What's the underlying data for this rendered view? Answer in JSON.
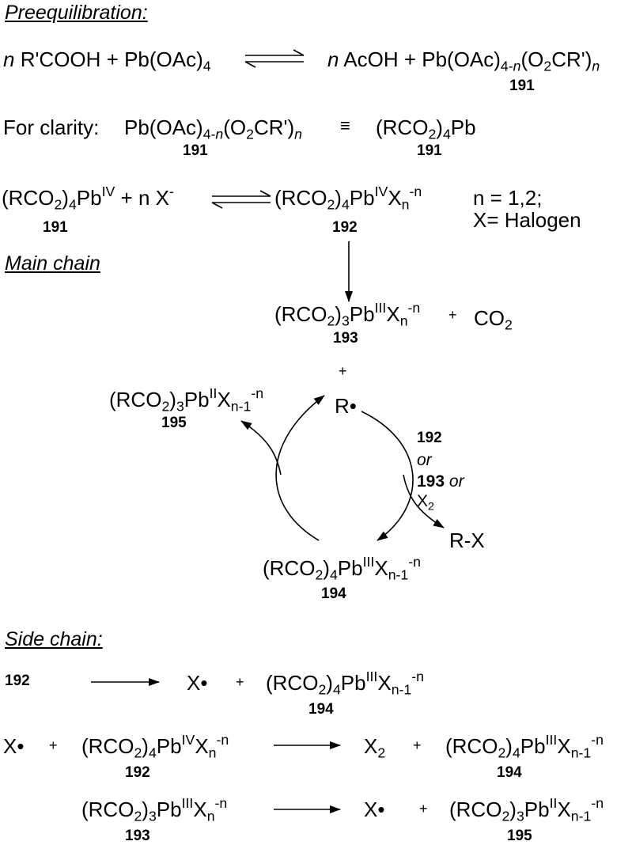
{
  "headings": {
    "pre": "Preequilibration:",
    "main_a": "Main",
    "main_b": "chain",
    "side_a": "Side",
    "side_b": "chain:"
  },
  "eq1": {
    "n": "n",
    "lhs": " R'COOH + Pb(OAc)",
    "lhs_sub": "4",
    "rhs_n": "n",
    "rhs_a": " AcOH + Pb(OAc)",
    "rhs_sub": "4-",
    "rhs_sub_n": "n",
    "rhs_b": "(O",
    "rhs_o2": "2",
    "rhs_c": "CR')",
    "rhs_nsub": "n",
    "label": "191"
  },
  "clarity": {
    "intro": "For clarity:",
    "a": "Pb(OAc)",
    "a_sub": "4-",
    "a_sub_n": "n",
    "b": "(O",
    "b_sub": "2",
    "c": "CR')",
    "c_sub": "n",
    "equiv": "≡",
    "d": "(RCO",
    "d_sub": "2",
    "e": ")",
    "e_sub": "4",
    "f": "Pb",
    "label_left": "191",
    "label_right": "191"
  },
  "eq2": {
    "a": "(RCO",
    "a_sub": "2",
    "b": ")",
    "b_sub": "4",
    "c": "Pb",
    "c_sup": "IV",
    "d": " + n X",
    "d_sup": "-",
    "label": "191"
  },
  "c192": {
    "a": "(RCO",
    "a_sub": "2",
    "b": ")",
    "b_sub": "4",
    "c": "Pb",
    "c_sup": "IV",
    "d": "X",
    "d_sub": "n",
    "d_sup": "-n",
    "label": "192"
  },
  "cond": {
    "line1": "n = 1,2;",
    "line2": "X= Halogen"
  },
  "c193": {
    "a": "(RCO",
    "a_sub": "2",
    "b": ")",
    "b_sub": "3",
    "c": "Pb",
    "c_sup": "III",
    "d": "X",
    "d_sub": "n",
    "d_sup": "-n",
    "plus": "+",
    "co": "CO",
    "co_sub": "2",
    "label": "193"
  },
  "cycle": {
    "plus": "+",
    "radical": "R•",
    "c195_a": "(RCO",
    "c195_a_sub": "2",
    "c195_b": ")",
    "c195_b_sub": "3",
    "c195_c": "Pb",
    "c195_c_sup": "II",
    "c195_d": "X",
    "c195_d_sub": "n-1",
    "c195_d_sup": "-n",
    "c195_label": "195",
    "reagent_1": "192",
    "reagent_or1": "or",
    "reagent_2": "193",
    "reagent_or2": "or",
    "reagent_3": "X",
    "reagent_3_sub": "2",
    "product": "R-X",
    "c194_a": "(RCO",
    "c194_a_sub": "2",
    "c194_b": ")",
    "c194_b_sub": "4",
    "c194_c": "Pb",
    "c194_c_sup": "III",
    "c194_d": "X",
    "c194_d_sub": "n-1",
    "c194_d_sup": "-n",
    "c194_label": "194"
  },
  "side1": {
    "reactant": "192",
    "x": "X•",
    "plus": "+",
    "a": "(RCO",
    "a_sub": "2",
    "b": ")",
    "b_sub": "4",
    "c": "Pb",
    "c_sup": "III",
    "d": "X",
    "d_sub": "n-1",
    "d_sup": "-n",
    "label": "194"
  },
  "side2": {
    "x": "X•",
    "plus1": "+",
    "a": "(RCO",
    "a_sub": "2",
    "b": ")",
    "b_sub": "4",
    "c": "Pb",
    "c_sup": "IV",
    "d": "X",
    "d_sub": "n",
    "d_sup": "-n",
    "label1": "192",
    "x2": "X",
    "x2_sub": "2",
    "plus2": "+",
    "e": "(RCO",
    "e_sub": "2",
    "f": ")",
    "f_sub": "4",
    "g": "Pb",
    "g_sup": "III",
    "h": "X",
    "h_sub": "n-1",
    "h_sup": "-n",
    "label2": "194"
  },
  "side3": {
    "a": "(RCO",
    "a_sub": "2",
    "b": ")",
    "b_sub": "3",
    "c": "Pb",
    "c_sup": "III",
    "d": "X",
    "d_sub": "n",
    "d_sup": "-n",
    "label1": "193",
    "x": "X•",
    "plus": "+",
    "e": "(RCO",
    "e_sub": "2",
    "f": ")",
    "f_sub": "3",
    "g": "Pb",
    "g_sup": "II",
    "h": "X",
    "h_sub": "n-1",
    "h_sup": "-n",
    "label2": "195"
  }
}
